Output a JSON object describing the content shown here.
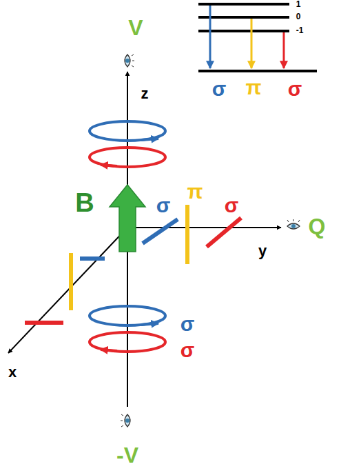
{
  "diagram": {
    "labels": [
      "1",
      "0",
      "-1",
      "V",
      "σ",
      "π",
      "σ",
      "z",
      "B",
      "σ",
      "π",
      "σ",
      "Q",
      "y",
      "σ",
      "σ",
      "x",
      "-V"
    ]
  }
}
